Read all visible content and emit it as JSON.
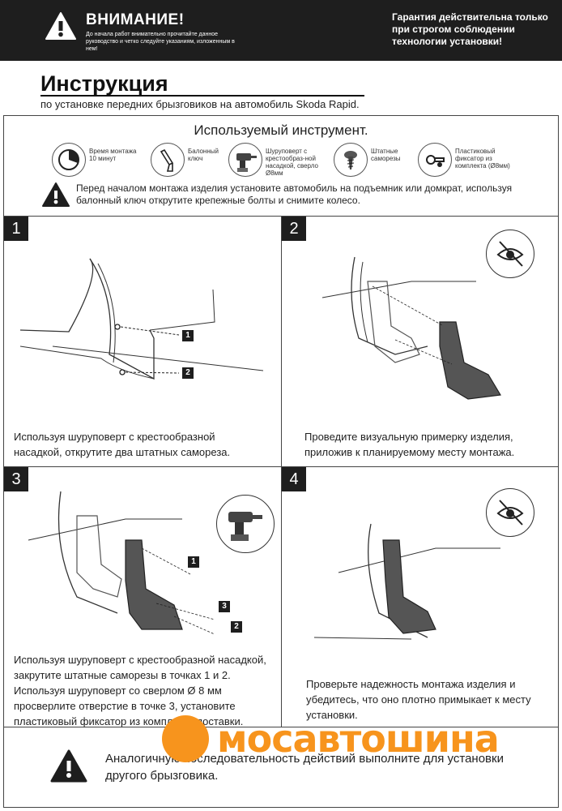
{
  "header": {
    "warning_title": "ВНИМАНИЕ!",
    "warning_text": "До начала работ внимательно прочитайте данное руководство и четко следуйте указаниям, изложенным в нем!",
    "guarantee": "Гарантия действительна только при строгом соблюдении технологии установки!"
  },
  "title": {
    "main": "Инструкция",
    "sub": "по установке передних брызговиков на автомобиль Skoda Rapid."
  },
  "tools": {
    "heading": "Используемый инструмент.",
    "items": [
      {
        "icon": "clock-icon",
        "label": "Время монтажа 10 минут"
      },
      {
        "icon": "wrench-icon",
        "label": "Балонный ключ"
      },
      {
        "icon": "drill-icon",
        "label": "Шуруповерт с крестообраз-ной насадкой, сверло Ø8мм"
      },
      {
        "icon": "screw-icon",
        "label": "Штатные саморезы"
      },
      {
        "icon": "clip-icon",
        "label": "Пластиковый фиксатор из комплекта (Ø8мм)"
      }
    ],
    "note": "Перед началом монтажа изделия установите автомобиль на подъемник или домкрат, используя балонный ключ открутите крепежные болты и снимите колесо."
  },
  "steps": [
    {
      "num": "1",
      "text": "Используя шуруповерт с крестообразной насадкой, открутите два штатных самореза.",
      "callouts": [
        "1",
        "2"
      ]
    },
    {
      "num": "2",
      "text": "Проведите визуальную примерку изделия, приложив к планируемому месту монтажа."
    },
    {
      "num": "3",
      "text": "Используя шуруповерт с крестообразной насадкой, закрутите штатные саморезы в точках 1 и 2. Используя шуруповерт со сверлом Ø 8 мм просверлите отверстие в точке 3, установите пластиковый фиксатор из комплекта поставки.",
      "callouts": [
        "1",
        "3",
        "2"
      ]
    },
    {
      "num": "4",
      "text": "Проверьте надежность монтажа изделия и убедитесь, что оно плотно примыкает к месту установки."
    }
  ],
  "final_note": "Аналогичную последовательность действий выполните для установки другого брызговика.",
  "brand": {
    "name": "мосавтошина",
    "color": "#f7941d"
  }
}
